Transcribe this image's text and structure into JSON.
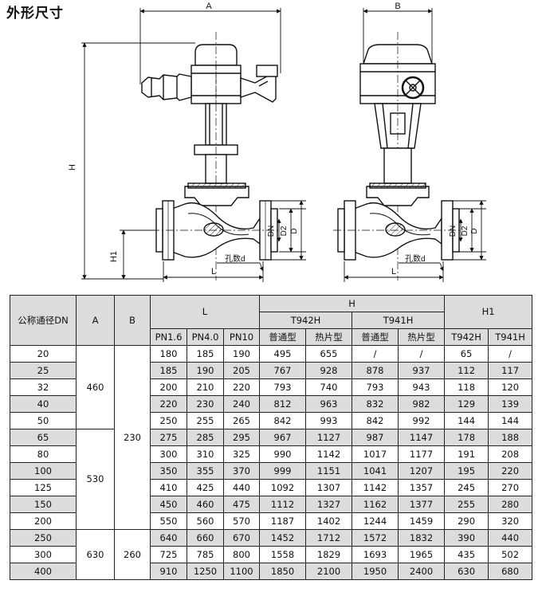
{
  "title": "外形尺寸",
  "drawing": {
    "dim_a": "A",
    "dim_b": "B",
    "dim_h": "H",
    "dim_h1": "H1",
    "dim_l": "L",
    "dim_dn": "DN",
    "dim_d2": "D2",
    "dim_d": "D",
    "hole_note": "孔数d"
  },
  "table": {
    "header": {
      "dn": "公称通径DN",
      "a": "A",
      "b": "B",
      "l": "L",
      "h": "H",
      "h1": "H1",
      "t942h": "T942H",
      "t941h": "T941H",
      "pn16": "PN1.6",
      "pn40": "PN4.0",
      "pn10": "PN10",
      "ordinary": "普通型",
      "heatsink": "热片型"
    },
    "a_groups": [
      "460",
      "530",
      "630"
    ],
    "b_groups": [
      "230",
      "260"
    ],
    "rows": [
      [
        "20",
        "180",
        "185",
        "190",
        "495",
        "655",
        "/",
        "/",
        "65",
        "/"
      ],
      [
        "25",
        "185",
        "190",
        "205",
        "767",
        "928",
        "878",
        "937",
        "112",
        "117"
      ],
      [
        "32",
        "200",
        "210",
        "220",
        "793",
        "740",
        "793",
        "943",
        "118",
        "120"
      ],
      [
        "40",
        "220",
        "230",
        "240",
        "812",
        "963",
        "832",
        "982",
        "129",
        "139"
      ],
      [
        "50",
        "250",
        "255",
        "265",
        "842",
        "993",
        "842",
        "992",
        "144",
        "144"
      ],
      [
        "65",
        "275",
        "285",
        "295",
        "967",
        "1127",
        "987",
        "1147",
        "178",
        "188"
      ],
      [
        "80",
        "300",
        "310",
        "325",
        "990",
        "1142",
        "1017",
        "1177",
        "191",
        "208"
      ],
      [
        "100",
        "350",
        "355",
        "370",
        "999",
        "1151",
        "1041",
        "1207",
        "195",
        "220"
      ],
      [
        "125",
        "410",
        "425",
        "440",
        "1092",
        "1307",
        "1142",
        "1357",
        "245",
        "270"
      ],
      [
        "150",
        "450",
        "460",
        "475",
        "1112",
        "1327",
        "1162",
        "1377",
        "255",
        "280"
      ],
      [
        "200",
        "550",
        "560",
        "570",
        "1187",
        "1402",
        "1244",
        "1459",
        "290",
        "320"
      ],
      [
        "250",
        "640",
        "660",
        "670",
        "1452",
        "1712",
        "1572",
        "1832",
        "390",
        "440"
      ],
      [
        "300",
        "725",
        "785",
        "800",
        "1558",
        "1829",
        "1693",
        "1965",
        "435",
        "502"
      ],
      [
        "400",
        "910",
        "1250",
        "1100",
        "1850",
        "2100",
        "1950",
        "2400",
        "630",
        "680"
      ]
    ]
  }
}
